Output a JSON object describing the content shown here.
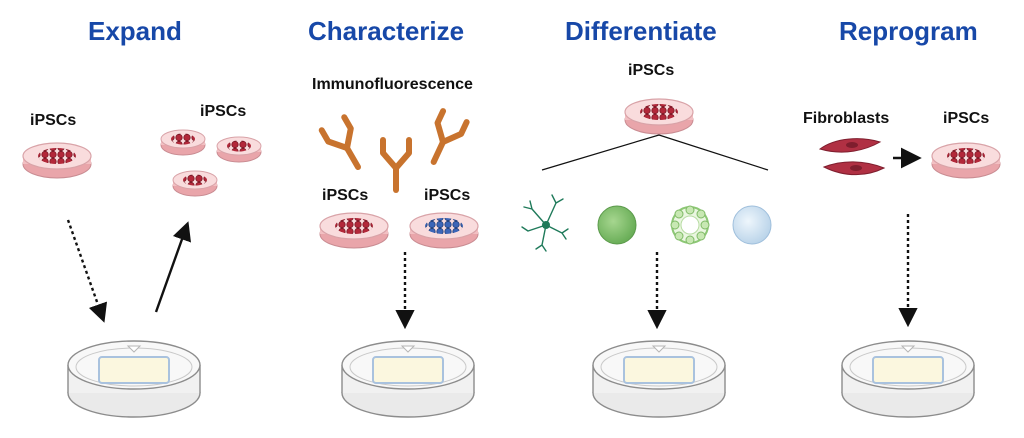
{
  "columns": [
    {
      "title": "Expand",
      "labels": [
        "iPSCs",
        "iPSCs"
      ]
    },
    {
      "title": "Characterize",
      "labels": [
        "Immunofluorescence",
        "iPSCs",
        "iPSCs"
      ]
    },
    {
      "title": "Differentiate",
      "labels": [
        "iPSCs"
      ]
    },
    {
      "title": "Reprogram",
      "labels": [
        "Fibroblasts",
        "iPSCs"
      ]
    }
  ],
  "colors": {
    "title": "#1748a8",
    "dish_pink": "#f6d3d3",
    "cells_red": "#b3283a",
    "cells_blue": "#3c66b8",
    "antibody": "#c8732e",
    "fibroblast": "#b03043",
    "neuron": "#1f7a5a",
    "sphere_green": "#7cbd6a",
    "organoid_green": "#a9d88c",
    "sphere_blue": "#cfe3f3"
  },
  "icons": [
    "petri-dish-icon",
    "antibody-icon",
    "neuron-icon",
    "spheroid-icon",
    "organoid-icon",
    "fibroblast-icon",
    "arrow-icon"
  ]
}
